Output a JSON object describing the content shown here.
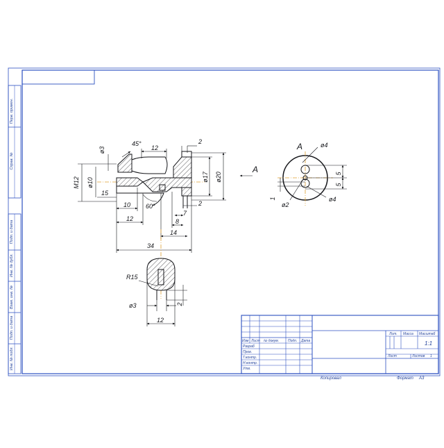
{
  "drawing": {
    "view_label": "A",
    "section_label": "A",
    "dimensions": {
      "d_m12": "M12",
      "d_phi3_top": "ø3",
      "d_45": "45°",
      "d_12_top": "12",
      "d_2_top": "2",
      "d_phi10": "ø10",
      "d_15": "15",
      "d_10": "10",
      "d_12_low": "12",
      "d_60": "60°",
      "d_2_right": "2",
      "d_7": "7",
      "d_8": "8",
      "d_14": "14",
      "d_34": "34",
      "d_phi17": "ø17",
      "d_phi20": "ø20",
      "a_phi4_top": "ø4",
      "a_5_upper": "5",
      "a_5_lower": "5",
      "a_1": "1",
      "a_phi2": "ø2",
      "a_phi4_bottom": "ø4",
      "s_r15": "R15",
      "s_phi3": "ø3",
      "s_2": "2",
      "s_12": "12"
    }
  },
  "side_strip": [
    "Перв. примен.",
    "Справ. №",
    "Подп. и дата",
    "Инв. № дубл.",
    "Взам. инв. №",
    "Подп. и дата",
    "Инв. № подл."
  ],
  "title_block": {
    "col_izm": "Изм",
    "col_list": "Лист",
    "col_doc": "№ докум.",
    "col_podp": "Подп.",
    "col_data": "Дата",
    "row_razrab": "Разраб",
    "row_prov": "Пров.",
    "row_tkontr": "Т.контр.",
    "row_nkontr": "Н.контр.",
    "row_utv": "Утв.",
    "hdr_lit": "Лит.",
    "hdr_massa": "Масса",
    "hdr_masshtab": "Масштаб",
    "scale_value": "1:1",
    "sheet_label": "Лист",
    "sheets_label": "Листов",
    "sheets_value": "1"
  },
  "footer": {
    "copied": "Копировал",
    "format_label": "Формат",
    "format_value": "А3"
  }
}
